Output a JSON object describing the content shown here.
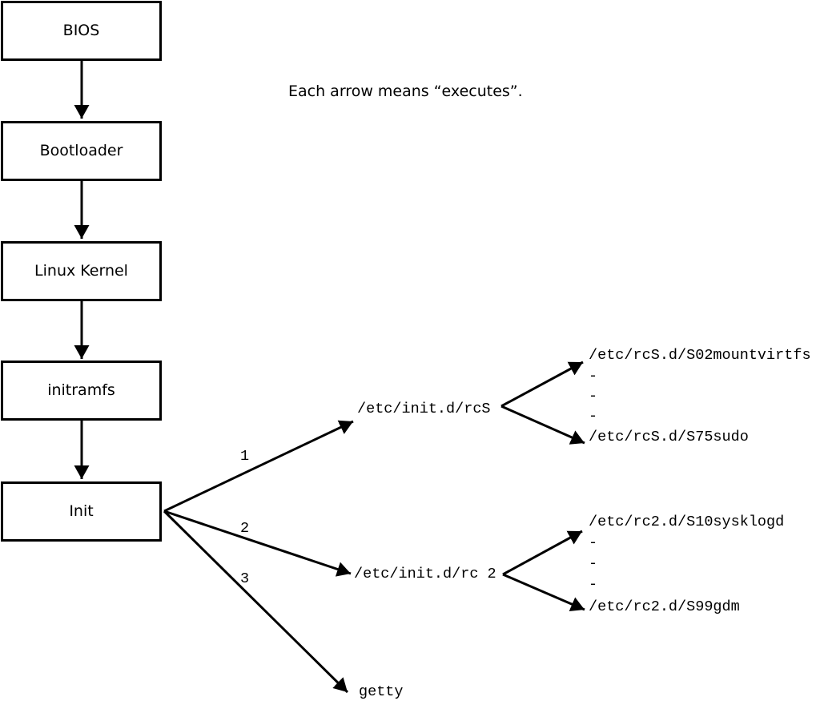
{
  "note": "Each arrow means “executes”.",
  "flow_boxes": [
    {
      "label": "BIOS"
    },
    {
      "label": "Bootloader"
    },
    {
      "label": "Linux Kernel"
    },
    {
      "label": "initramfs"
    },
    {
      "label": "Init"
    }
  ],
  "arrow_numbers": {
    "one": "1",
    "two": "2",
    "three": "3"
  },
  "rcs_branch": {
    "script": "/etc/init.d/rcS",
    "first_entry": "/etc/rcS.d/S02mountvirtfs",
    "dash_1": "-",
    "dash_2": "-",
    "dash_3": "-",
    "last_entry": "/etc/rcS.d/S75sudo"
  },
  "rc2_branch": {
    "script": "/etc/init.d/rc 2",
    "first_entry": "/etc/rc2.d/S10sysklogd",
    "dash_1": "-",
    "dash_2": "-",
    "dash_3": "-",
    "last_entry": "/etc/rc2.d/S99gdm"
  },
  "getty_label": "getty",
  "colors": {
    "line": "#000000",
    "background": "#ffffff",
    "text": "#000000"
  }
}
